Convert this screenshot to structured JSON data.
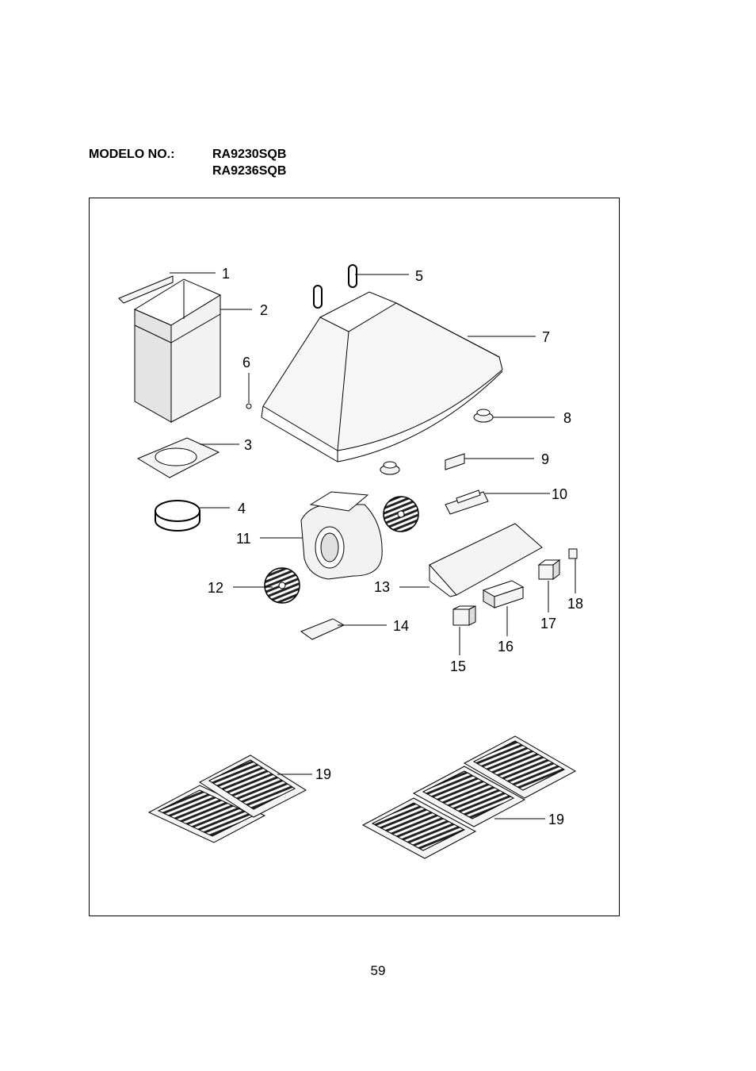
{
  "header": {
    "model_label": "MODELO NO.:",
    "models": [
      "RA9230SQB",
      "RA9236SQB"
    ]
  },
  "parts": [
    {
      "id": "1",
      "label": "1"
    },
    {
      "id": "2",
      "label": "2"
    },
    {
      "id": "3",
      "label": "3"
    },
    {
      "id": "4",
      "label": "4"
    },
    {
      "id": "5",
      "label": "5"
    },
    {
      "id": "6",
      "label": "6"
    },
    {
      "id": "7",
      "label": "7"
    },
    {
      "id": "8",
      "label": "8"
    },
    {
      "id": "9",
      "label": "9"
    },
    {
      "id": "10",
      "label": "10"
    },
    {
      "id": "11",
      "label": "11"
    },
    {
      "id": "12",
      "label": "12"
    },
    {
      "id": "13",
      "label": "13"
    },
    {
      "id": "14",
      "label": "14"
    },
    {
      "id": "15",
      "label": "15"
    },
    {
      "id": "16",
      "label": "16"
    },
    {
      "id": "17",
      "label": "17"
    },
    {
      "id": "18",
      "label": "18"
    },
    {
      "id": "19a",
      "label": "19"
    },
    {
      "id": "19b",
      "label": "19"
    }
  ],
  "page_number": "59",
  "colors": {
    "line": "#000000",
    "part_fill": "#f4f4f4",
    "shade": "#d6d6d6",
    "background": "#ffffff"
  }
}
